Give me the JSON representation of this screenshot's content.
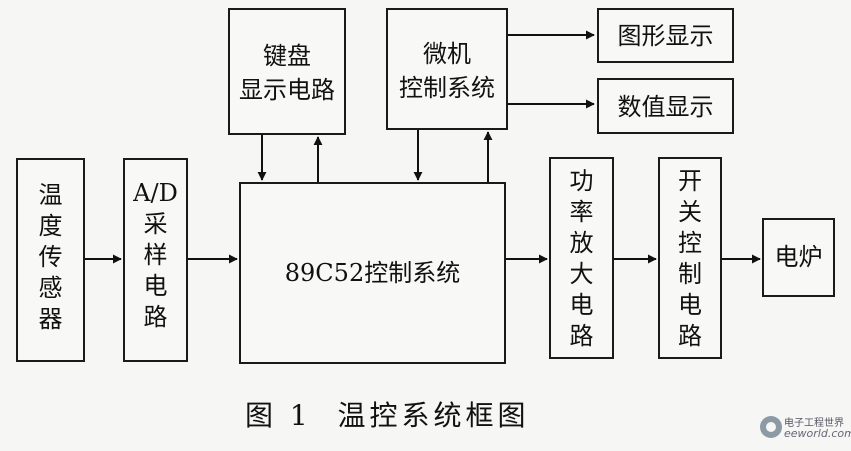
{
  "blocks": {
    "temp_sensor": "温\n度\n传\n感\n器",
    "ad_sampling": "A/D\n采\n样\n电\n路",
    "controller": "89C52控制系统",
    "keyboard_display": "键盘\n显示电路",
    "micro_control": "微机\n控制系统",
    "graph_display": "图形显示",
    "value_display": "数值显示",
    "power_amp": "功\n率\n放\n大\n电\n路",
    "switch_control": "开\n关\n控\n制\n电\n路",
    "furnace": "电炉"
  },
  "caption": "图 1  温控系统框图",
  "watermark": {
    "line1": "电子工程世界",
    "line2": "eeworld.com.cn"
  }
}
